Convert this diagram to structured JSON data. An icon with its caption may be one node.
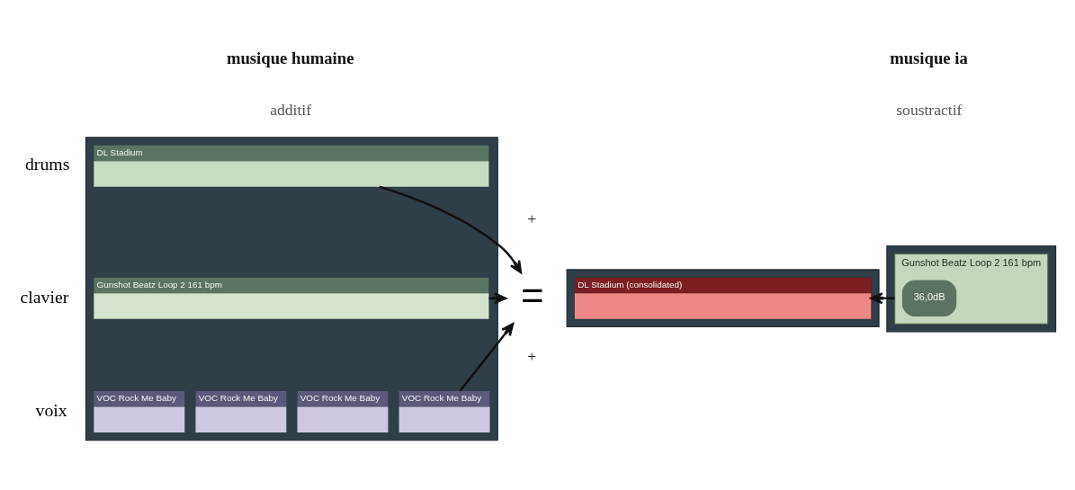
{
  "diagram": {
    "nodes": [
      {
        "text": [],
        "shape": "box"
      },
      {
        "text": [
          "DL Stadium"
        ],
        "in": 0,
        "beside": [
          "drums"
        ]
      },
      {
        "text": [
          "Gunshot Beatz Loop 2 161 bpm"
        ],
        "in": 0,
        "beside": [
          "clavier"
        ]
      },
      {
        "text": [
          "VOC Rock Me Baby"
        ],
        "in": 0,
        "beside": [
          "voix"
        ]
      },
      {
        "text": [
          "VOC Rock Me Baby"
        ],
        "in": 0
      },
      {
        "text": [
          "VOC Rock Me Baby"
        ],
        "in": 0
      },
      {
        "text": [
          "VOC Rock Me Baby"
        ],
        "in": 0
      },
      {
        "text": [
          "="
        ]
      },
      {
        "text": [],
        "shape": "box"
      },
      {
        "text": [
          "DL Stadium (consolidated)"
        ],
        "in": 8
      },
      {
        "text": [],
        "shape": "box"
      },
      {
        "text": [
          "Gunshot Beatz Loop 2 161 bpm"
        ],
        "in": 10
      },
      {
        "text": [
          "36,0dB"
        ],
        "in": 11
      }
    ],
    "edges": [
      {
        "from": 1,
        "to": 7,
        "arrow": "to"
      },
      {
        "from": 2,
        "to": 7,
        "arrow": "to"
      },
      {
        "from": 6,
        "to": 7,
        "arrow": "to"
      },
      {
        "from": 11,
        "to": 9,
        "arrow": "to"
      }
    ],
    "labels": [
      "musique humaine",
      "musique ia",
      "additif",
      "soustractif",
      "+",
      "+"
    ]
  }
}
